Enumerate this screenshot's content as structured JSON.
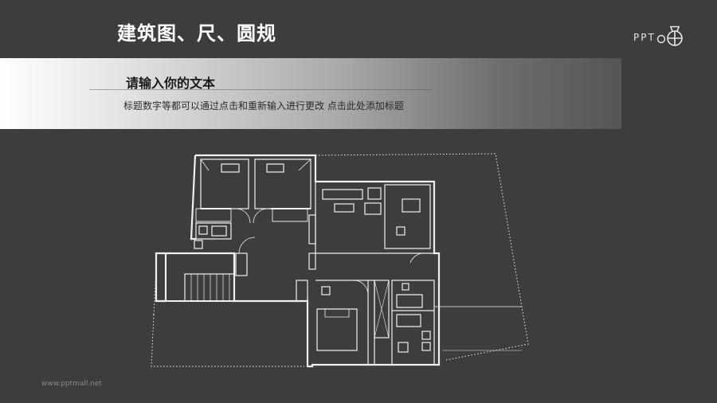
{
  "slide": {
    "title": "建筑图、尺、圆规",
    "logo_text": "PPT",
    "subtitle": "请输入你的文本",
    "description": "标题数字等都可以通过点击和重新输入进行更改 点击此处添加标题",
    "footer": "www.pptmall.net",
    "colors": {
      "background": "#3d3d3d",
      "title": "#ffffff",
      "blueprint_line": "#f2f2f2"
    },
    "icons": [
      "compass-logo-icon"
    ],
    "image": "floor-plan-blueprint"
  }
}
